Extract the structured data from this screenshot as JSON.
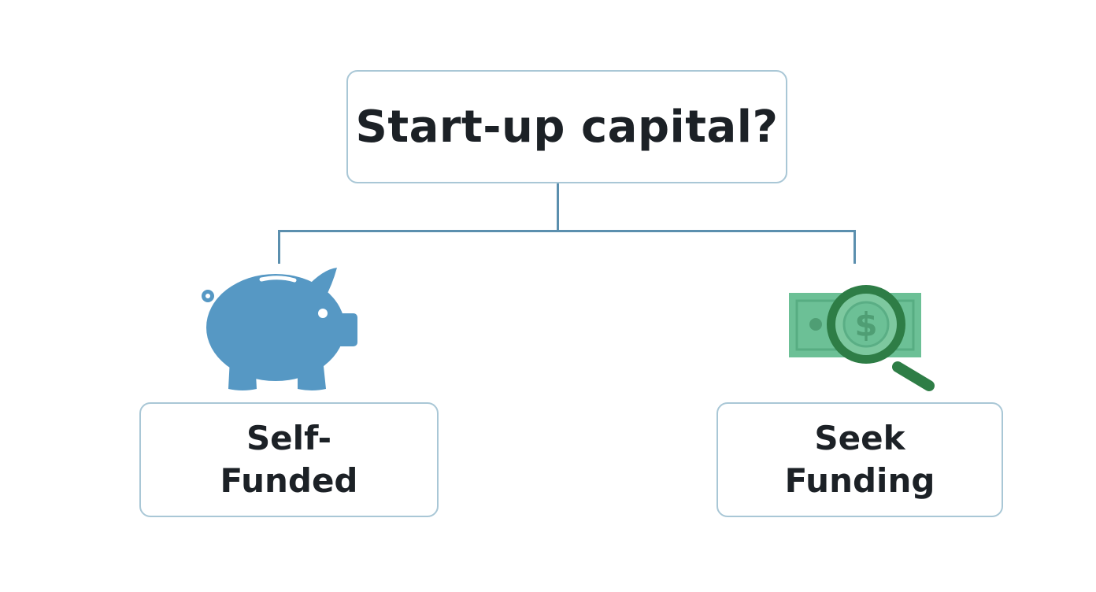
{
  "root": {
    "text": "Start-up capital?"
  },
  "left": {
    "line1": "Self-",
    "line2": "Funded",
    "icon": "piggy-bank-icon",
    "color": "#5698c4"
  },
  "right": {
    "line1": "Seek",
    "line2": "Funding",
    "icon": "money-search-icon",
    "color": "#2e7d46",
    "bill_color": "#6cc096"
  },
  "connector_color": "#5b8fae",
  "box_border_color": "#a9c7d6"
}
